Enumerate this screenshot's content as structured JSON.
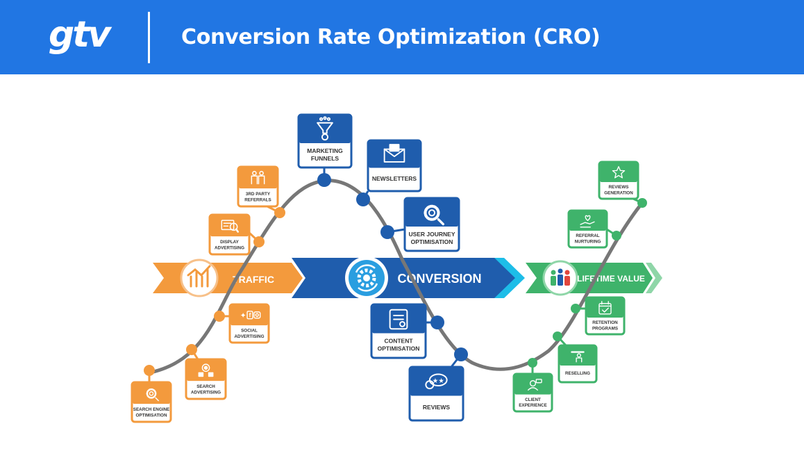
{
  "header": {
    "logo": "gtv",
    "title": "Conversion Rate Optimization (CRO)"
  },
  "arrows": {
    "traffic": "TRAFFIC",
    "conversion": "CONVERSION",
    "lifetime": "LIFETIME VALUE"
  },
  "colors": {
    "header_blue": "#2176e3",
    "orange": "#f39a3d",
    "blue": "#1f5dad",
    "green": "#3fb36b",
    "cyan": "#1dbde8",
    "curve": "#777777"
  },
  "cards": [
    {
      "id": "seo",
      "stage": "traffic",
      "icon": "gear-search-icon",
      "lines": [
        "SEARCH ENGINE",
        "OPTIMISATION"
      ]
    },
    {
      "id": "search-ads",
      "stage": "traffic",
      "icon": "touch-target-icon",
      "lines": [
        "SEARCH",
        "ADVERTISING"
      ]
    },
    {
      "id": "social-ads",
      "stage": "traffic",
      "icon": "social-media-icon",
      "lines": [
        "SOCIAL",
        "ADVERTISING"
      ]
    },
    {
      "id": "display-ads",
      "stage": "traffic",
      "icon": "display-magnifier-icon",
      "lines": [
        "DISPLAY",
        "ADVERTISING"
      ]
    },
    {
      "id": "referrals",
      "stage": "traffic",
      "icon": "people-icon",
      "lines": [
        "3RD PARTY",
        "REFERRALS"
      ]
    },
    {
      "id": "funnels",
      "stage": "conversion",
      "icon": "funnel-icon",
      "lines": [
        "MARKETING",
        "FUNNELS"
      ]
    },
    {
      "id": "newsletters",
      "stage": "conversion",
      "icon": "envelope-icon",
      "lines": [
        "NEWSLETTERS"
      ]
    },
    {
      "id": "journey",
      "stage": "conversion",
      "icon": "gear-magnifier-icon",
      "lines": [
        "USER JOURNEY",
        "OPTIMISATION"
      ]
    },
    {
      "id": "content",
      "stage": "conversion",
      "icon": "document-icon",
      "lines": [
        "CONTENT",
        "OPTIMISATION"
      ]
    },
    {
      "id": "reviews",
      "stage": "conversion",
      "icon": "star-bubble-icon",
      "lines": [
        "REVIEWS"
      ]
    },
    {
      "id": "client-exp",
      "stage": "lifetime",
      "icon": "support-agent-icon",
      "lines": [
        "CLIENT",
        "EXPERIENCE"
      ]
    },
    {
      "id": "reselling",
      "stage": "lifetime",
      "icon": "presenter-icon",
      "lines": [
        "RESELLING"
      ]
    },
    {
      "id": "retention",
      "stage": "lifetime",
      "icon": "calendar-check-icon",
      "lines": [
        "RETENTION",
        "PROGRAMS"
      ]
    },
    {
      "id": "referral-nurt",
      "stage": "lifetime",
      "icon": "hand-heart-icon",
      "lines": [
        "REFERRAL",
        "NURTURING"
      ]
    },
    {
      "id": "reviews-gen",
      "stage": "lifetime",
      "icon": "star-icon",
      "lines": [
        "REVIEWS",
        "GENERATION"
      ]
    }
  ]
}
